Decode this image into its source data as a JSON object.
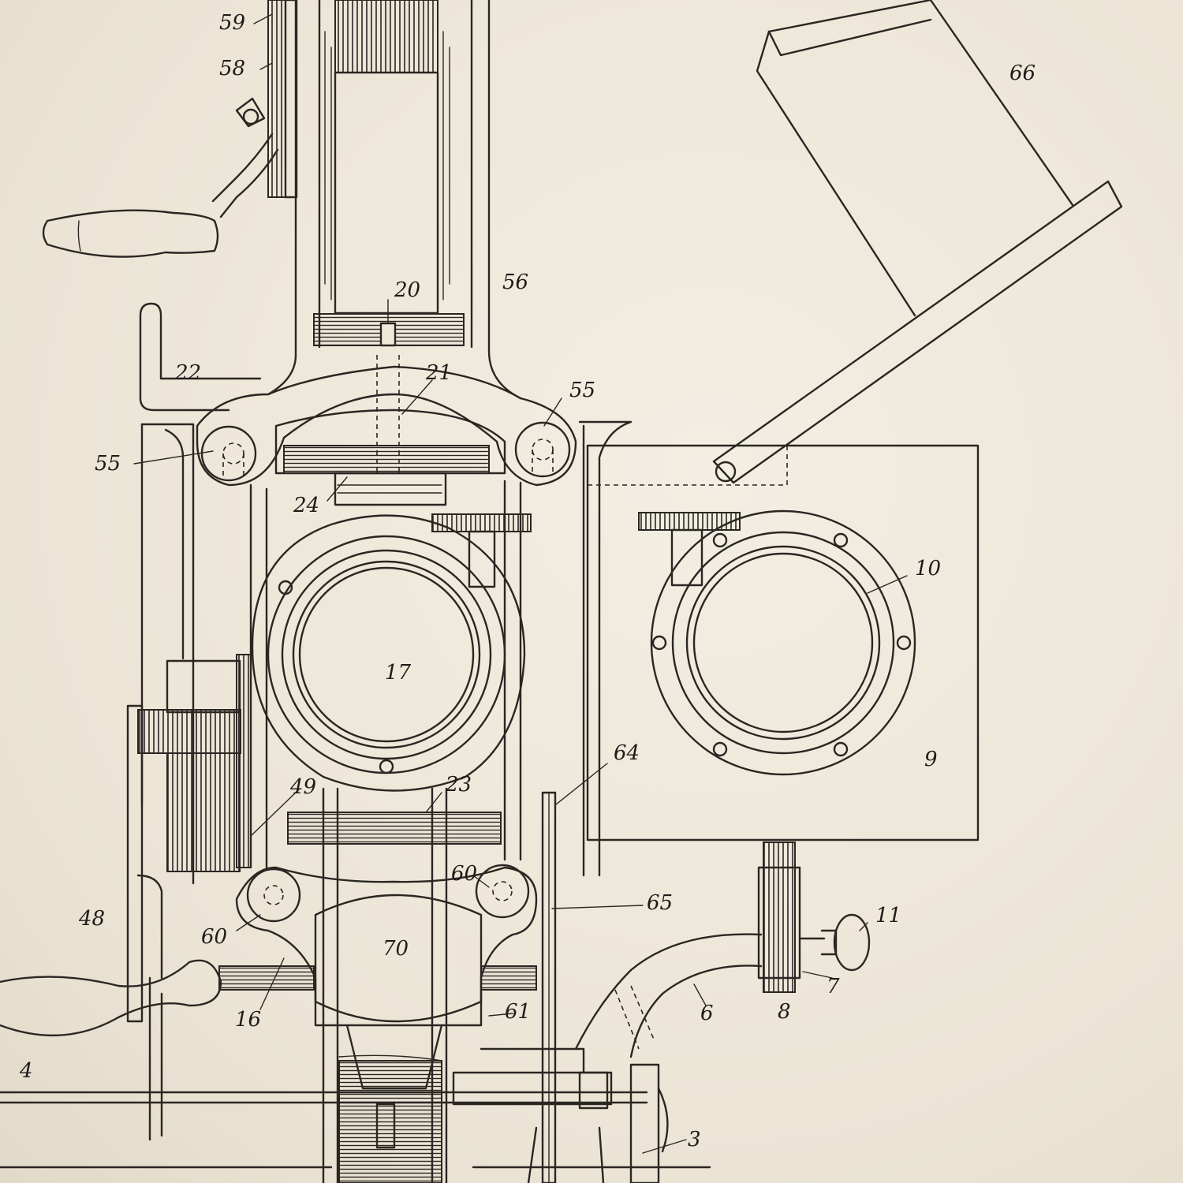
{
  "drawing": {
    "ink_color": "#2a2622",
    "paper_color": "#efe9dc",
    "reference_numerals": [
      "59",
      "58",
      "66",
      "56",
      "20",
      "22",
      "21",
      "55",
      "55",
      "24",
      "17",
      "10",
      "9",
      "64",
      "23",
      "49",
      "60",
      "60",
      "65",
      "48",
      "70",
      "11",
      "16",
      "61",
      "6",
      "8",
      "7",
      "4",
      "3"
    ]
  }
}
